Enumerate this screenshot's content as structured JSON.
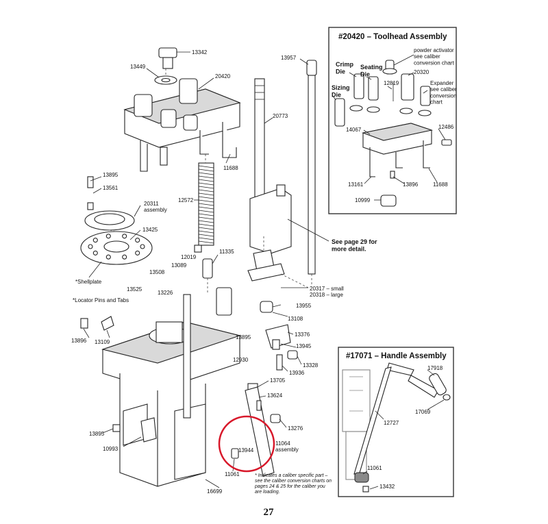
{
  "page_number": "27",
  "toolhead_inset": {
    "title": "#20420 – Toolhead Assembly",
    "labels": {
      "crimp_die": "Crimp\nDie",
      "seating_die": "Seating\nDie",
      "sizing_die": "Sizing\nDie",
      "powder_activator": "powder activator\nsee caliber\nconversion chart",
      "expander": "Expander\nsee caliber\nconversion\nchart",
      "p20320": "20320",
      "p12819": "12819",
      "p14067": "14067",
      "p12486": "12486",
      "p13161": "13161",
      "p13896": "13896",
      "p11688": "11688",
      "p10999": "10999"
    }
  },
  "handle_inset": {
    "title": "#17071 – Handle Assembly",
    "labels": {
      "p17918": "17918",
      "p17069": "17069",
      "p12727": "12727",
      "p11061": "11061",
      "p13432": "13432"
    }
  },
  "main_labels": {
    "p13342": "13342",
    "p13449": "13449",
    "p20420": "20420",
    "p13957": "13957",
    "p20773": "20773",
    "p11688": "11688",
    "p13895a": "13895",
    "p13561": "13561",
    "p20311": "20311\nassembly",
    "p12572": "12572",
    "p13425": "13425",
    "see_page": "See page 29 for\nmore detail.",
    "p12019": "12019",
    "p13089": "13089",
    "p11335": "11335",
    "shellplate": "*Shellplate",
    "p13508": "13508",
    "p13525": "13525",
    "p13226": "13226",
    "locator": "*Locator Pins and Tabs",
    "p20317": "20317 – small\n20318 – large",
    "p13955": "13955",
    "p13108": "13108",
    "p13896": "13896",
    "p13109": "13109",
    "p13376": "13376",
    "p13895b": "13895",
    "p13945": "13945",
    "p12930": "12930",
    "p13328": "13328",
    "p13936": "13936",
    "p13705": "13705",
    "p13624": "13624",
    "p13895c": "13895",
    "p13276": "13276",
    "p10993": "10993",
    "p13944": "13944",
    "p11064": "11064\nassembly",
    "p11061": "11061",
    "p16699": "16699",
    "caliber_note": "* Indicates a caliber specific part –\nsee the caliber conversion charts on\npages 24 & 25 for the caliber you\nare loading."
  },
  "highlight_color": "#d8182a"
}
